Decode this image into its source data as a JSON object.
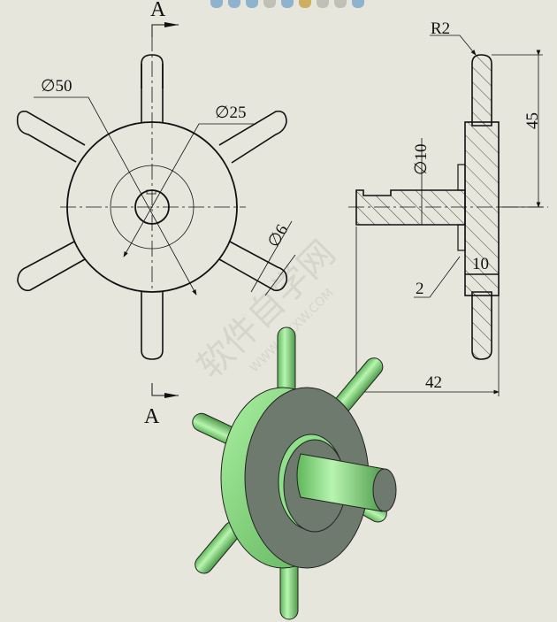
{
  "toolbar": {
    "icons": [
      "zoom-icon",
      "zoom-to-fit-icon",
      "zoom-area-icon",
      "previous-view-icon",
      "rotate-icon",
      "section-view-icon",
      "view-orientation-icon",
      "display-style-icon",
      "appearance-icon"
    ]
  },
  "drawing": {
    "section_label_top": "A",
    "section_label_bottom": "A",
    "front_view": {
      "dim_outer_diameter": "∅50",
      "dim_inner_diameter": "∅25",
      "dim_spoke_diameter": "∅6"
    },
    "section_view": {
      "dim_fillet_radius": "R2",
      "dim_height": "45",
      "dim_shaft_diameter": "∅10",
      "dim_hub_width": "10",
      "dim_step": "2",
      "dim_total_length": "42"
    },
    "watermark": {
      "text_cn": "软件自学网",
      "text_url": "WWW.RJZXW.COM"
    },
    "colors": {
      "background": "#e6e6dc",
      "line": "#111111",
      "model_green": "#8fe08a",
      "model_face_gray": "#6f7a6e"
    }
  }
}
